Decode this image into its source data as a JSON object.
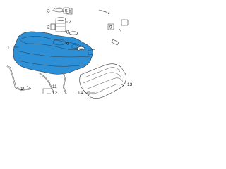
{
  "diagram": {
    "colors": {
      "tank_fill": "#2d8fd5",
      "tank_shade": "#1f6fb3",
      "line": "#333333",
      "background": "#ffffff"
    },
    "callouts": [
      {
        "id": "c1",
        "label": "1"
      },
      {
        "id": "c2",
        "label": "2"
      },
      {
        "id": "c3",
        "label": "3"
      },
      {
        "id": "c4",
        "label": "4"
      },
      {
        "id": "c5",
        "label": "5"
      },
      {
        "id": "c6",
        "label": "6"
      },
      {
        "id": "c7",
        "label": "7"
      },
      {
        "id": "c8",
        "label": "8"
      },
      {
        "id": "c9",
        "label": "9"
      },
      {
        "id": "c10",
        "label": "10"
      },
      {
        "id": "c11",
        "label": "11"
      },
      {
        "id": "c12",
        "label": "12"
      },
      {
        "id": "c13",
        "label": "13"
      },
      {
        "id": "c14",
        "label": "14"
      }
    ]
  }
}
